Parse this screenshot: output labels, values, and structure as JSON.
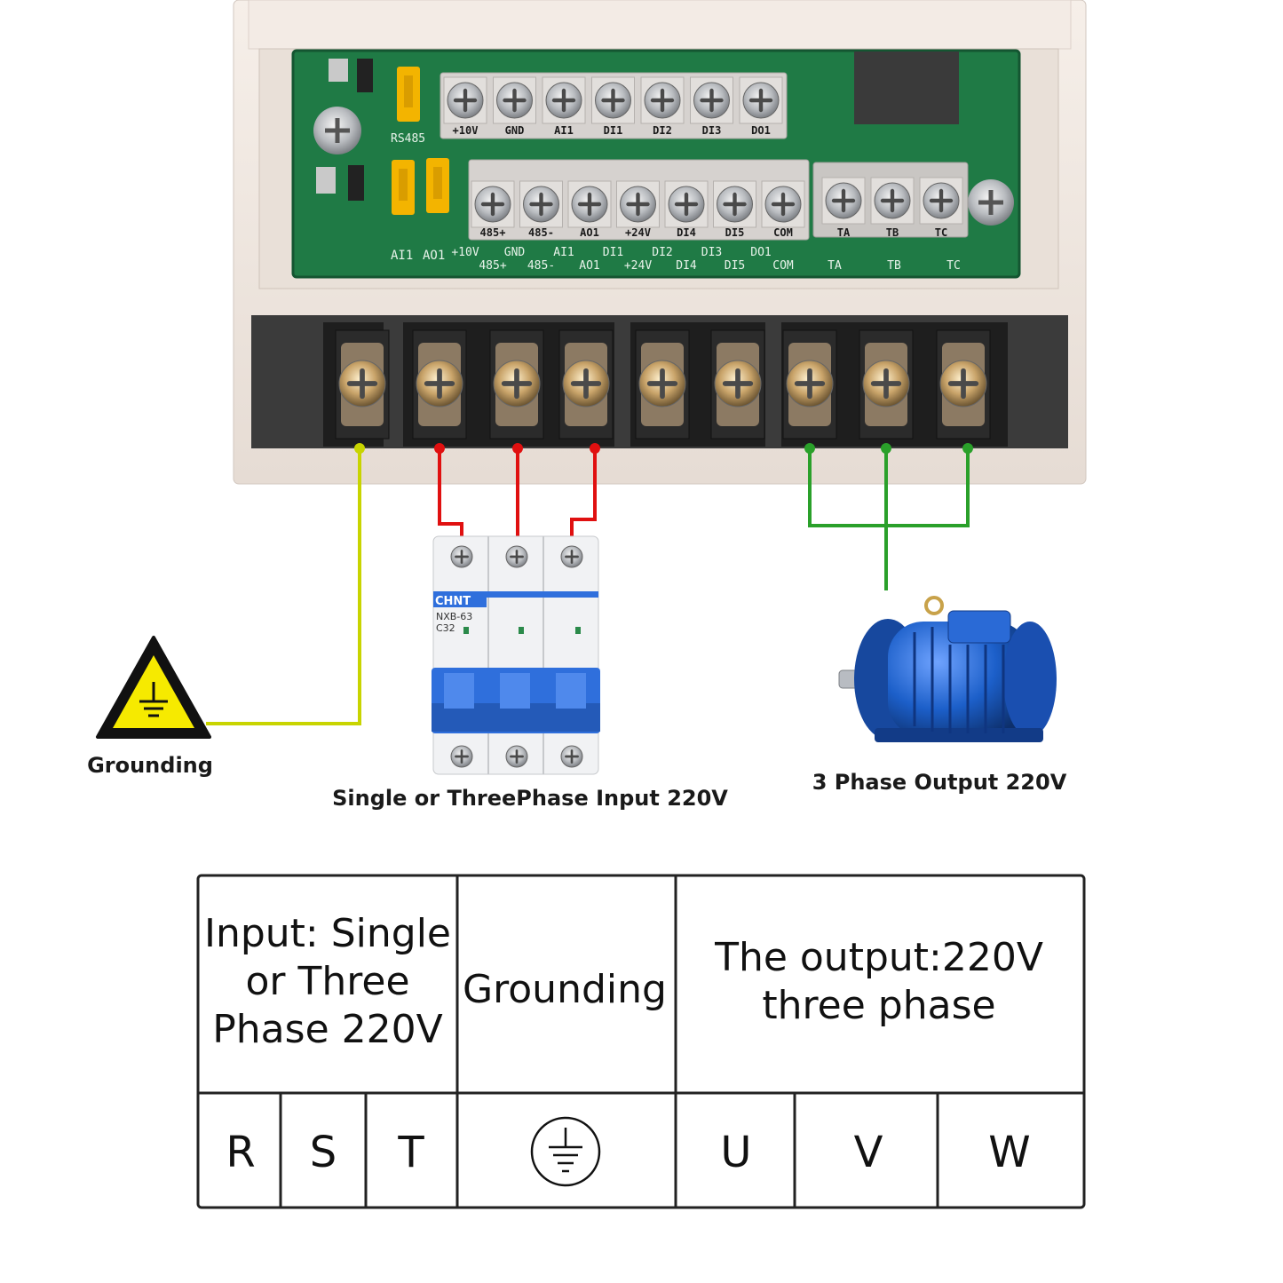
{
  "board": {
    "top_terminals": [
      "+10V",
      "GND",
      "AI1",
      "DI1",
      "DI2",
      "DI3",
      "DO1"
    ],
    "bottom_terminals": [
      "485+",
      "485-",
      "AO1",
      "+24V",
      "DI4",
      "DI5",
      "COM"
    ],
    "relay_terminals": [
      "TA",
      "TB",
      "TC"
    ],
    "jumper_labels": [
      "RS485",
      "AI1",
      "AO1"
    ],
    "silk_row1": [
      "+10V",
      "GND",
      "AI1",
      "DI1",
      "DI2",
      "DI3",
      "DO1"
    ],
    "silk_row2": [
      "485+",
      "485-",
      "AO1",
      "+24V",
      "DI4",
      "DI5",
      "COM",
      "TA",
      "TB",
      "TC"
    ]
  },
  "breaker": {
    "brand": "CHNT",
    "model": "NXB-63",
    "rating": "C32"
  },
  "captions": {
    "grounding": "Grounding",
    "input": "Single or ThreePhase Input 220V",
    "output": "3 Phase Output 220V"
  },
  "table": {
    "header_input": "Input: Single or Three Phase 220V",
    "header_input_lines": [
      "Input: Single",
      "or Three",
      "Phase 220V"
    ],
    "header_ground": "Grounding",
    "header_output": "The output:220V three phase",
    "header_output_lines": [
      "The output:220V",
      "three phase"
    ],
    "input_terminals": [
      "R",
      "S",
      "T"
    ],
    "output_terminals": [
      "U",
      "V",
      "W"
    ]
  },
  "colors": {
    "ground_wire": "#c8d400",
    "input_wire": "#e01010",
    "output_wire": "#2aa02a",
    "pcb": "#1f7a45",
    "housing": "#efe6df",
    "motor": "#1c5fc9",
    "breaker_blue": "#2f6fdc"
  }
}
